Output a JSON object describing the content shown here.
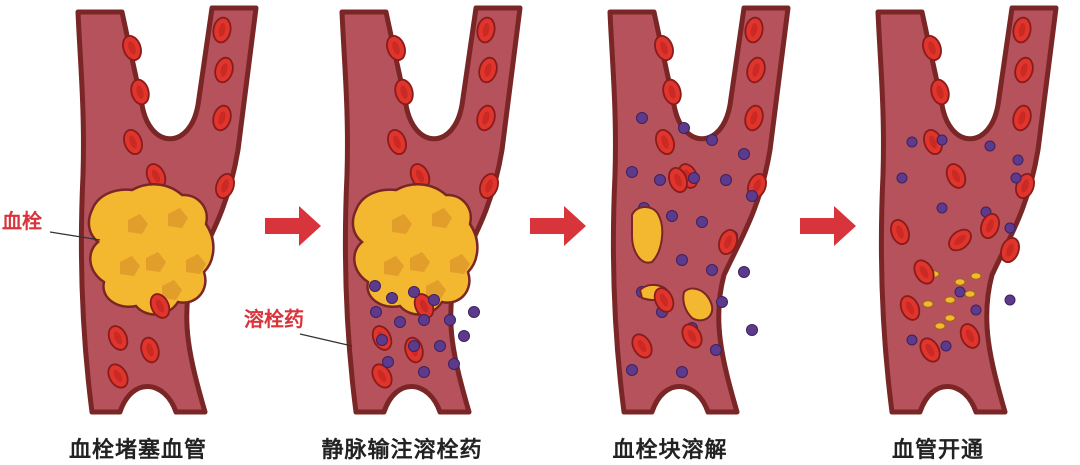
{
  "labels": {
    "clot": "血栓",
    "drug": "溶栓药"
  },
  "steps": [
    {
      "caption": "血栓堵塞血管"
    },
    {
      "caption": "静脉输注溶栓药"
    },
    {
      "caption": "血栓块溶解"
    },
    {
      "caption": "血管开通"
    }
  ],
  "colors": {
    "vessel_fill": "#b5525c",
    "vessel_stroke": "#7a2626",
    "red_cell": "#e0352c",
    "red_cell_stroke": "#8a1b1b",
    "clot_fill": "#f3b730",
    "clot_patch": "#dd9a2a",
    "clot_stroke": "#7a2626",
    "drug_dot": "#5e3a8c",
    "arrow": "#d8343c",
    "label_red": "#d8343c"
  }
}
